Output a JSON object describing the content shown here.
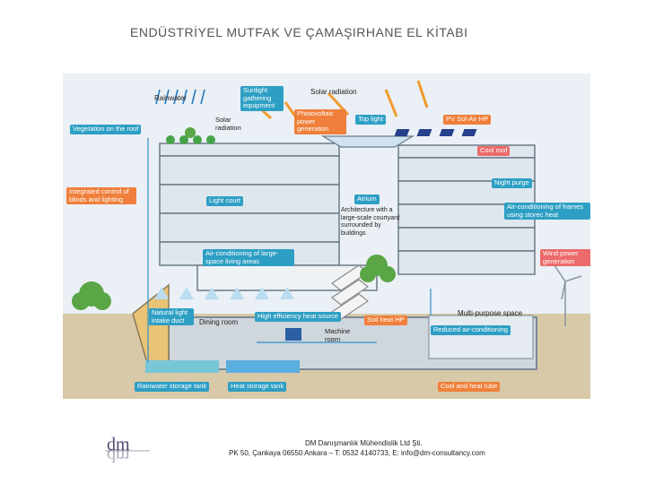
{
  "slide": {
    "title": "ENDÜSTRİYEL MUTFAK VE ÇAMAŞIRHANE EL KİTABI"
  },
  "diagram": {
    "labels": {
      "rainwater": "Rainwater",
      "sunlight": "Sunlight gathering equipment",
      "solar_radiation_top": "Solar radiation",
      "solar_radiation_side": "Solar radiation",
      "vegetation": "Vegetation on the roof",
      "photovoltaic": "Photovoltaic power generation",
      "top_light": "Top light",
      "pv_solair": "PV Sol-Air HP",
      "cool_roof": "Cool roof",
      "night_purge": "Night purge",
      "integrated": "Integrated control of blinds and lighting",
      "light_court": "Light court",
      "atrium": "Atrium",
      "architecture": "Architecture with a large-scale courtyard surrounded by buildings",
      "aircon_frames": "Air-conditioning of frames using storec heat",
      "aircon_large": "Air-conditioning of large-space living areas",
      "wind_power": "Wind power generation",
      "natural_light": "Natural light intake duct",
      "dining": "Dining room",
      "high_eff": "High efficiency heat source",
      "machine_room": "Machine room",
      "soil_heat": "Soil heat HP",
      "multi_purpose": "Multi-purpose space",
      "reduced_aircon": "Reduced air-conditioning",
      "rainwater_tank": "Rainwater storage tank",
      "heat_tank": "Heat storage tank",
      "cool_heat_tube": "Cool and heat tube"
    }
  },
  "footer": {
    "company": "DM Danışmanlık Mühendislik Ltd Şti.",
    "address": "PK 50, Çankaya 06550 Ankara – T: 0532 4140733, E: info@dm-consultancy.com",
    "logo_text": "dm"
  },
  "colors": {
    "teal": "#2e9fc4",
    "orange": "#ef7f3a",
    "pink": "#ec6a6a",
    "ground": "#d8c9a8"
  }
}
